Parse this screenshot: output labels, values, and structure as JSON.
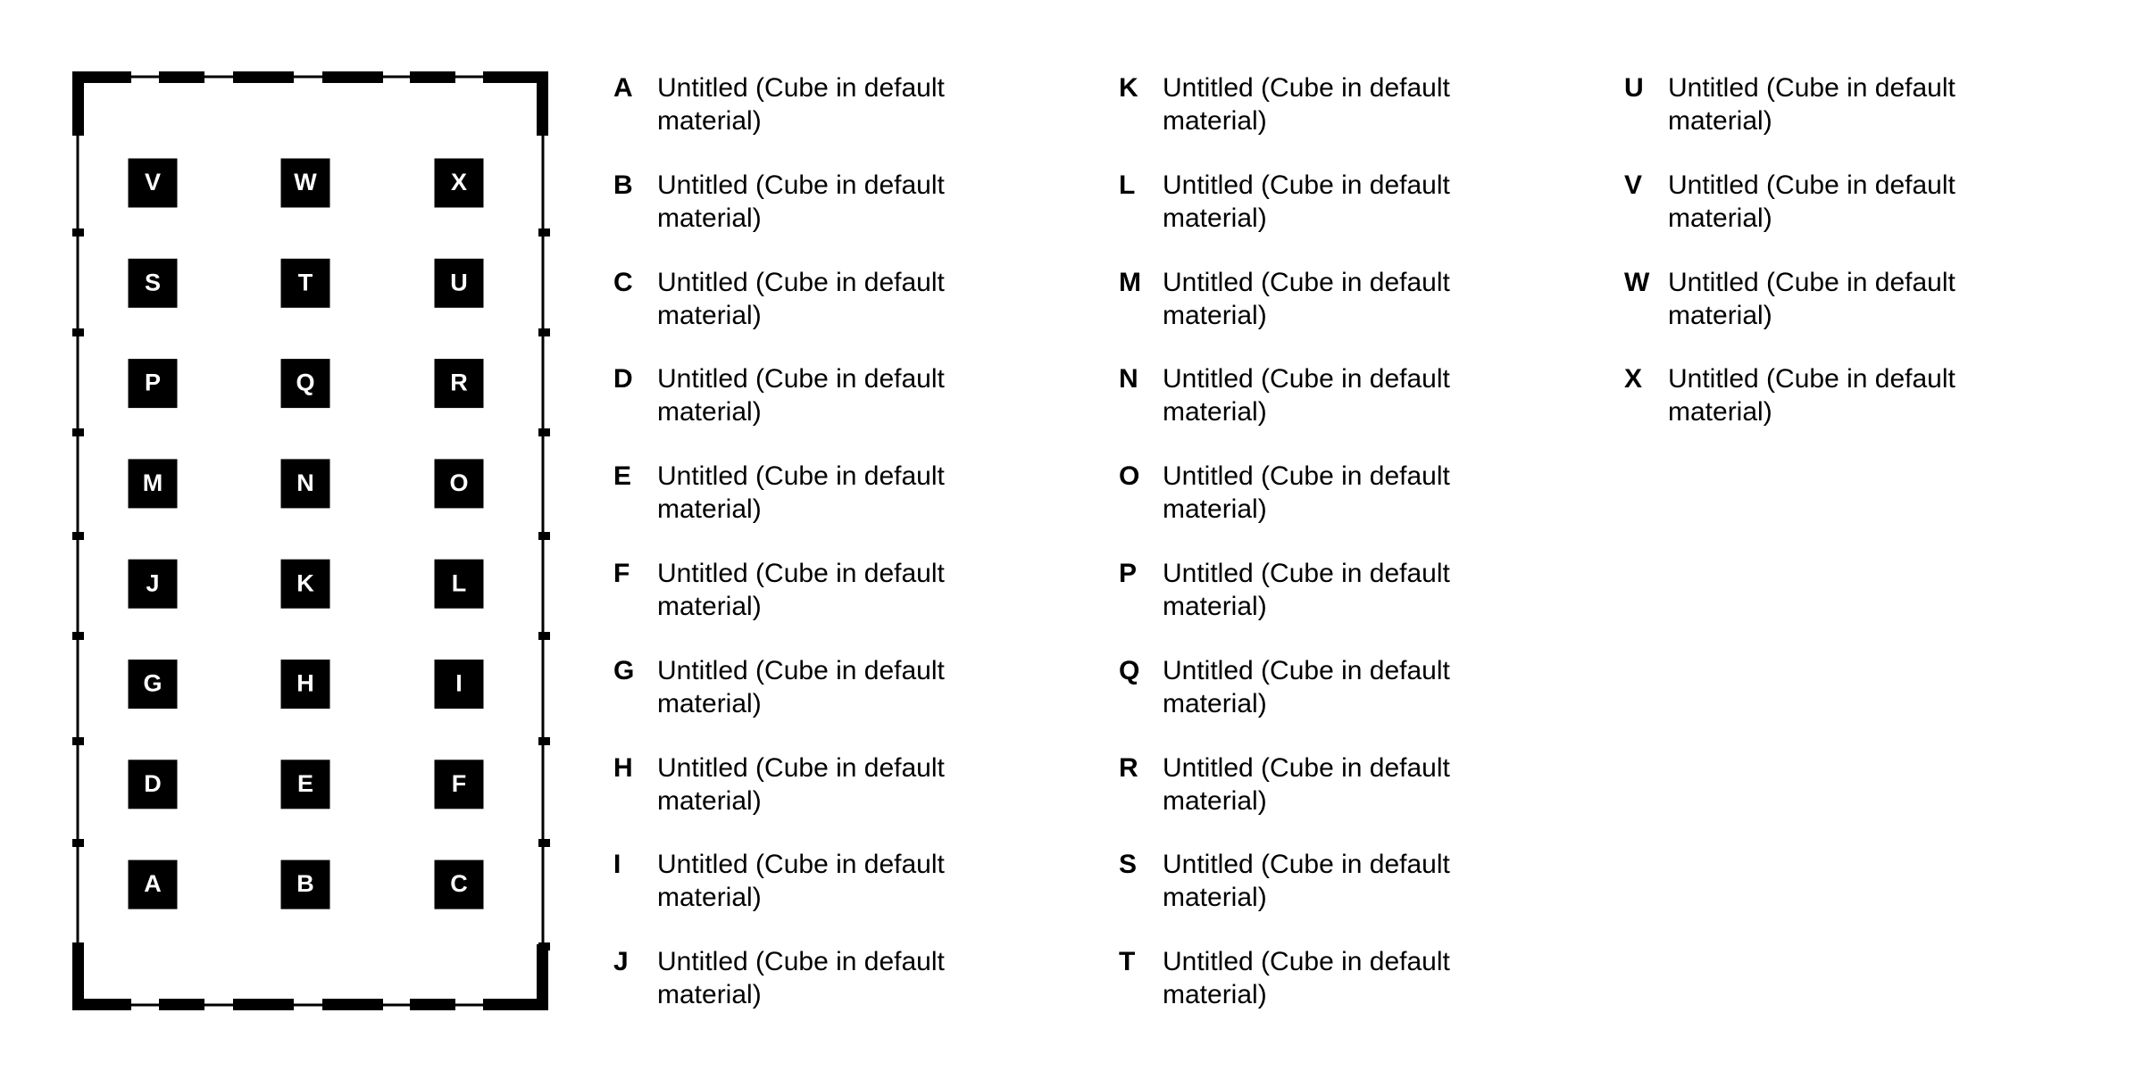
{
  "marker_grid": [
    [
      "V",
      "W",
      "X"
    ],
    [
      "S",
      "T",
      "U"
    ],
    [
      "P",
      "Q",
      "R"
    ],
    [
      "M",
      "N",
      "O"
    ],
    [
      "J",
      "K",
      "L"
    ],
    [
      "G",
      "H",
      "I"
    ],
    [
      "D",
      "E",
      "F"
    ],
    [
      "A",
      "B",
      "C"
    ]
  ],
  "legend_columns": [
    [
      {
        "letter": "A",
        "description": "Untitled (Cube in default material)"
      },
      {
        "letter": "B",
        "description": "Untitled (Cube in default material)"
      },
      {
        "letter": "C",
        "description": "Untitled (Cube in default material)"
      },
      {
        "letter": "D",
        "description": "Untitled (Cube in default material)"
      },
      {
        "letter": "E",
        "description": "Untitled (Cube in default material)"
      },
      {
        "letter": "F",
        "description": "Untitled (Cube in default material)"
      },
      {
        "letter": "G",
        "description": "Untitled (Cube in default material)"
      },
      {
        "letter": "H",
        "description": "Untitled (Cube in default material)"
      },
      {
        "letter": "I",
        "description": "Untitled (Cube in default material)"
      },
      {
        "letter": "J",
        "description": "Untitled (Cube in default material)"
      }
    ],
    [
      {
        "letter": "K",
        "description": "Untitled (Cube in default material)"
      },
      {
        "letter": "L",
        "description": "Untitled (Cube in default material)"
      },
      {
        "letter": "M",
        "description": "Untitled (Cube in default material)"
      },
      {
        "letter": "N",
        "description": "Untitled (Cube in default material)"
      },
      {
        "letter": "O",
        "description": "Untitled (Cube in default material)"
      },
      {
        "letter": "P",
        "description": "Untitled (Cube in default material)"
      },
      {
        "letter": "Q",
        "description": "Untitled (Cube in default material)"
      },
      {
        "letter": "R",
        "description": "Untitled (Cube in default material)"
      },
      {
        "letter": "S",
        "description": "Untitled (Cube in default material)"
      },
      {
        "letter": "T",
        "description": "Untitled (Cube in default material)"
      }
    ],
    [
      {
        "letter": "U",
        "description": "Untitled (Cube in default material)"
      },
      {
        "letter": "V",
        "description": "Untitled (Cube in default material)"
      },
      {
        "letter": "W",
        "description": "Untitled (Cube in default material)"
      },
      {
        "letter": "X",
        "description": "Untitled (Cube in default material)"
      }
    ]
  ]
}
